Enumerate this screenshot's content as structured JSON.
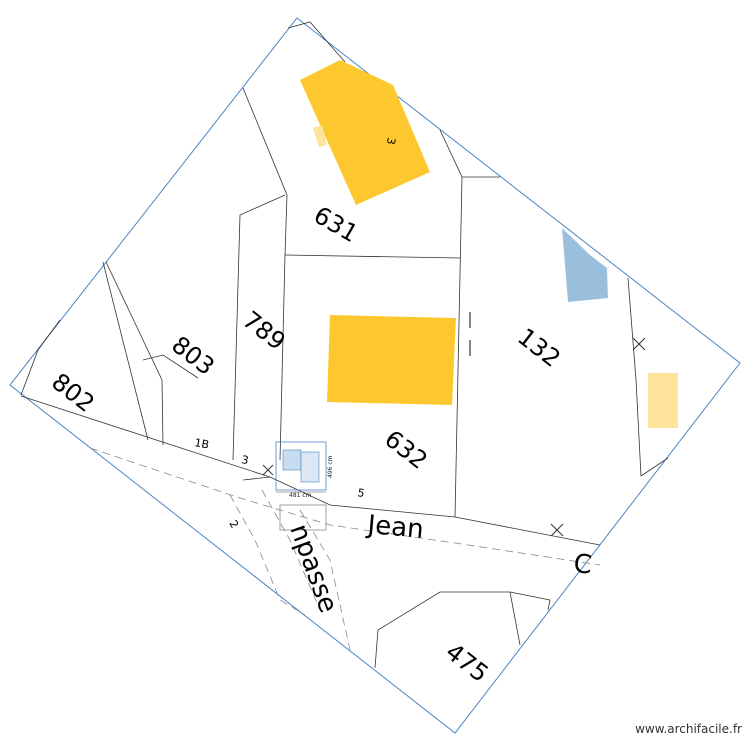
{
  "colors": {
    "boundary": "#4a86c5",
    "parcel_line": "#333333",
    "building_main": "#fdc72f",
    "building_light": "#fde49a",
    "pool_blue": "#9abfdd",
    "road_dash": "#888888"
  },
  "parcels": {
    "p631": "631",
    "p789": "789",
    "p803": "803",
    "p802": "802",
    "p632": "632",
    "p132": "132",
    "p475": "475"
  },
  "street_numbers": {
    "n1b": "1B",
    "n3": "3",
    "n5": "5",
    "n2": "2",
    "n3_building": "3"
  },
  "roads": {
    "jean": "Jean",
    "impasse": "npasse",
    "c_partial": "C"
  },
  "site_plan": {
    "dimension_bottom": "481 cm",
    "dimension_side": "496 cm"
  },
  "watermark": "www.archifacile.fr"
}
